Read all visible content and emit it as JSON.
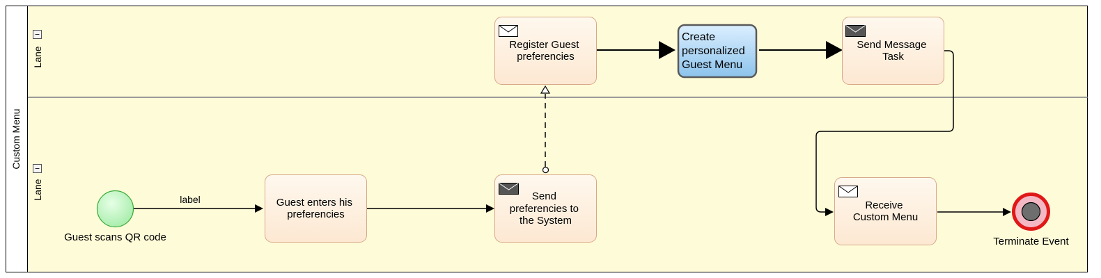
{
  "pool": {
    "label": "Custom Menu"
  },
  "lanes": [
    {
      "label": "Lane",
      "collapse_symbol": "−"
    },
    {
      "label": "Lane",
      "collapse_symbol": "−"
    }
  ],
  "tasks": {
    "register": {
      "lines": [
        "Register Guest",
        "preferencies"
      ],
      "marker": "envelope-outline-icon"
    },
    "create": {
      "lines": [
        "Create",
        "personalized",
        "Guest Menu"
      ],
      "marker": ""
    },
    "send_message": {
      "lines": [
        "Send Message",
        "Task"
      ],
      "marker": "envelope-filled-icon"
    },
    "guest_enters": {
      "lines": [
        "Guest enters his",
        "preferencies"
      ],
      "marker": ""
    },
    "send_prefs": {
      "lines": [
        "Send",
        "preferencies to",
        "the System"
      ],
      "marker": "envelope-filled-icon"
    },
    "receive": {
      "lines": [
        "Receive",
        "Custom Menu"
      ],
      "marker": "envelope-outline-icon"
    }
  },
  "events": {
    "start": {
      "label": "Guest scans QR code"
    },
    "end": {
      "label": "Terminate Event"
    }
  },
  "flows": {
    "start_to_task": {
      "label": "label"
    }
  },
  "colors": {
    "lane_fill": "#fefbd8",
    "task_fill": "#fdf0e0",
    "task_stroke": "#d8a888",
    "highlight_top": "#d6ebfa",
    "highlight_bottom": "#8ec4ec",
    "start_fill": "#b8f0b8",
    "start_stroke": "#3aaa3a",
    "end_ring": "#e01818",
    "end_fill": "#f4b8c4",
    "end_core": "#6e6e6e"
  }
}
